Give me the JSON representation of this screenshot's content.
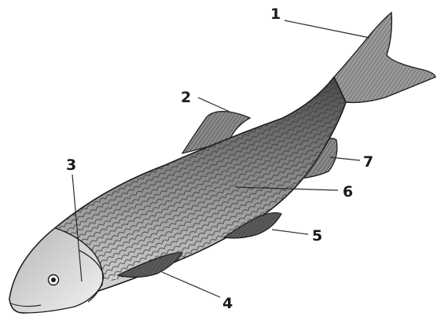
{
  "colors": {
    "ink": "#1a1a1a",
    "body_shade": "#8a8a8a",
    "body_dark": "#3c3c3c",
    "belly": "#e8e8e8",
    "background": "#ffffff"
  },
  "labels": {
    "l1": "1",
    "l2": "2",
    "l3": "3",
    "l4": "4",
    "l5": "5",
    "l6": "6",
    "l7": "7"
  }
}
